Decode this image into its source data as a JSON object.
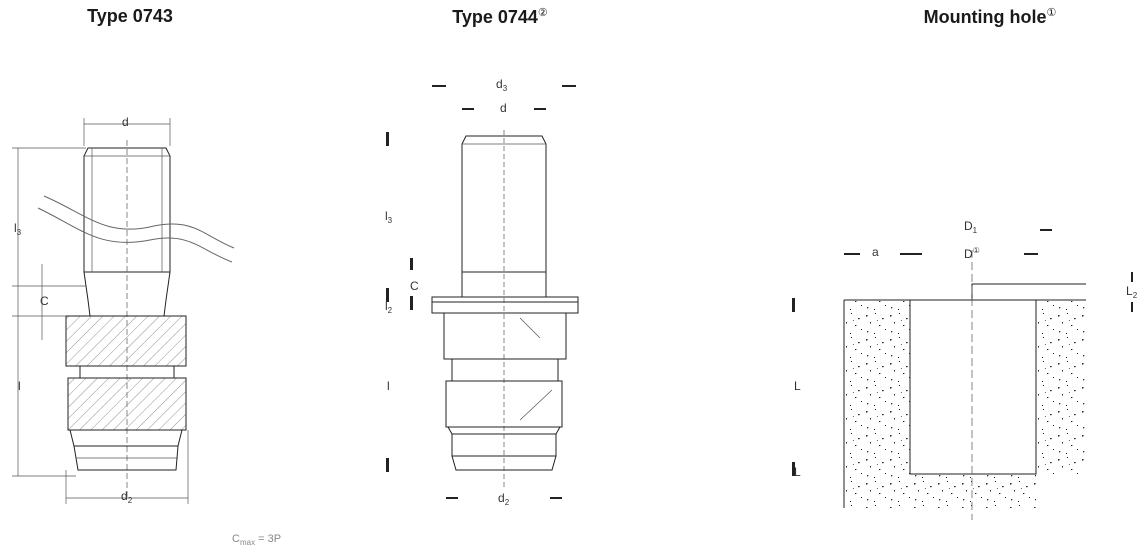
{
  "titles": {
    "t1": "Type 0743",
    "t2": "Type 0744",
    "t2_mark": "②",
    "t3": "Mounting hole",
    "t3_mark": "①"
  },
  "labels": {
    "d": "d",
    "d2": "d",
    "d2_sub": "2",
    "d3": "d",
    "d3_sub": "3",
    "l3": "l",
    "l3_sub": "3",
    "l2": "l",
    "l2_sub": "2",
    "l": "l",
    "C": "C",
    "D1": "D",
    "D1_sub": "1",
    "D": "D",
    "D_mark": "①",
    "a": "a",
    "L": "L",
    "L2": "L",
    "L2_sub": "2"
  },
  "formula": {
    "C": "C",
    "sub": "max",
    "rest": " = 3P"
  }
}
